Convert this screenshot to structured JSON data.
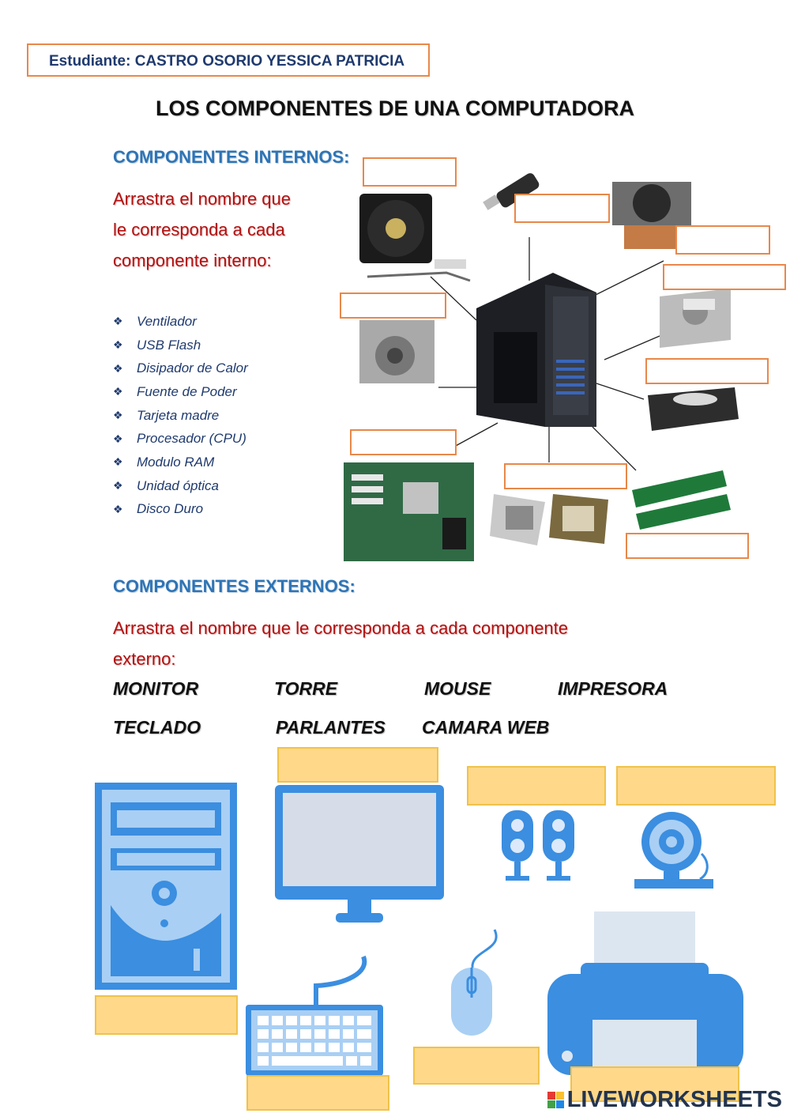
{
  "student_label": "Estudiante: CASTRO OSORIO YESSICA PATRICIA",
  "title": "LOS COMPONENTES DE UNA COMPUTADORA",
  "internos": {
    "heading": "COMPONENTES INTERNOS:",
    "instruction_lines": [
      "Arrastra el nombre que",
      "le corresponda a cada",
      "componente interno:"
    ],
    "items": [
      "Ventilador",
      "USB Flash",
      "Disipador de Calor",
      "Fuente de Poder",
      "Tarjeta madre",
      "Procesador (CPU)",
      "Modulo RAM",
      "Unidad óptica",
      "Disco Duro"
    ]
  },
  "externos": {
    "heading": "COMPONENTES EXTERNOS:",
    "instruction_lines": [
      "Arrastra el nombre que le corresponda a cada componente",
      "externo:"
    ],
    "words_row1": [
      "MONITOR",
      "TORRE",
      "MOUSE",
      "IMPRESORA"
    ],
    "words_row2": [
      "TECLADO",
      "PARLANTES",
      "CAMARA WEB"
    ]
  },
  "logo": "LIVEWORKSHEETS",
  "colors": {
    "heading_blue": "#2e74b5",
    "instruction_red": "#b01212",
    "box_orange": "#e8884a",
    "box_yellow": "#ffd88a",
    "icon_blue": "#3b8ee0"
  }
}
